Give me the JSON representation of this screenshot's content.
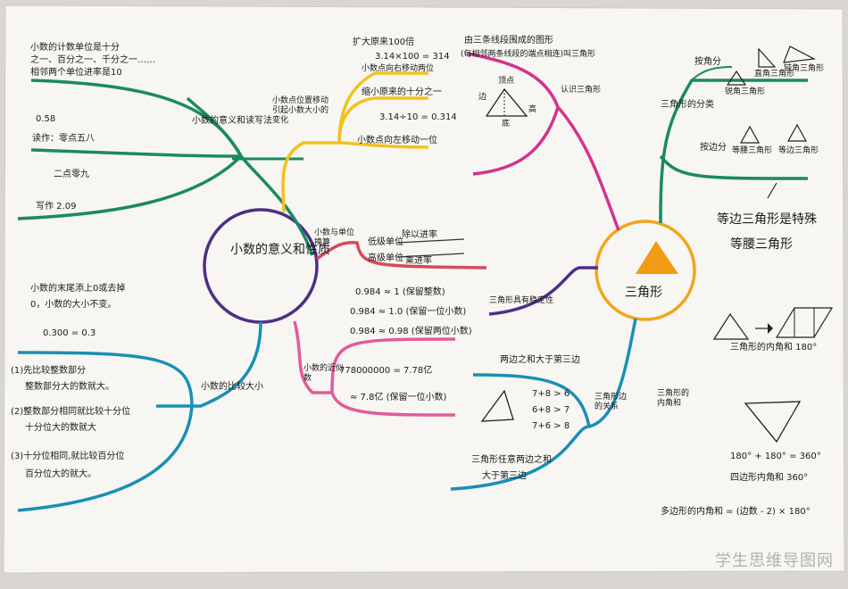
{
  "center_left": {
    "title": "小数的意义和性质"
  },
  "center_right": {
    "title": "三角形"
  },
  "left": {
    "meaning": {
      "branch": "小数的意义和读写法",
      "lines": [
        "小数的计数单位是十分",
        "之一、百分之一、千分之一……",
        "相邻两个单位进率是10",
        "0.58",
        "读作：零点五八",
        "二点零九",
        "写作 2.09"
      ]
    },
    "property": {
      "lines": [
        "小数的末尾添上0或去掉",
        "0，小数的大小不变。",
        "0.300 = 0.3"
      ]
    },
    "compare": {
      "branch": "小数的比较大小",
      "lines": [
        "(1)先比较整数部分",
        "整数部分大的数就大。",
        "(2)整数部分相同就比较十分位",
        "十分位大的数就大",
        "(3)十分位相同,就比较百分位",
        "百分位大的就大。"
      ]
    }
  },
  "middle": {
    "move": {
      "branch": "小数点位置移动引起小数大小的变化",
      "lines": [
        "扩大原来100倍",
        "3.14×100 = 314",
        "小数点向右移动两位",
        "缩小原来的十分之一",
        "3.14÷10 = 0.314",
        "小数点向左移动一位"
      ]
    },
    "units": {
      "branch": "小数与单位换算",
      "lines": [
        "低级单位",
        "高级单位",
        "除以进率",
        "乘进率"
      ]
    },
    "approx": {
      "branch": "小数的近似数",
      "lines": [
        "0.984 ≈ 1 (保留整数)",
        "0.984 ≈ 1.0 (保留一位小数)",
        "0.984 ≈ 0.98 (保留两位小数)",
        "778000000 = 7.78亿",
        "≈ 7.8亿 (保留一位小数)"
      ]
    }
  },
  "right": {
    "height": {
      "branch": "认识三角形",
      "lines": [
        "由三条线段围成的图形",
        "(每相邻两条线段的端点相连)叫三角形",
        "顶点",
        "边",
        "底",
        "高"
      ]
    },
    "sides": {
      "branch": "三角形边的关系",
      "lines": [
        "两边之和大于第三边",
        "7+8 > 6",
        "6+8 > 7",
        "7+6 > 8",
        "三角形任意两边之和",
        "大于第三边"
      ]
    },
    "classify": {
      "branch": "三角形的分类",
      "by_angle": "按角分",
      "by_side": "按边分",
      "angle_types": [
        "锐角三角形",
        "直角三角形",
        "钝角三角形"
      ],
      "side_types": [
        "等腰三角形",
        "等边三角形"
      ],
      "lines": [
        "等边三角形是特殊",
        "等腰三角形"
      ]
    },
    "stable": {
      "branch": "三角形具有稳定性"
    },
    "interior": {
      "branch": "三角形的内角和",
      "lines": [
        "三角形的内角和 180°",
        "180° + 180° = 360°",
        "四边形内角和 360°",
        "多边形的内角和 = (边数 - 2) × 180°"
      ]
    }
  },
  "footer": {
    "watermark": "学生思维导图网"
  },
  "colors": {
    "green": "#1b8a5f",
    "yellow": "#f2c21c",
    "red": "#d84a5b",
    "pink": "#e25b9a",
    "blue": "#1a8fb5",
    "purple": "#4d2f86",
    "orange": "#f29a14",
    "magenta": "#d4338b"
  }
}
